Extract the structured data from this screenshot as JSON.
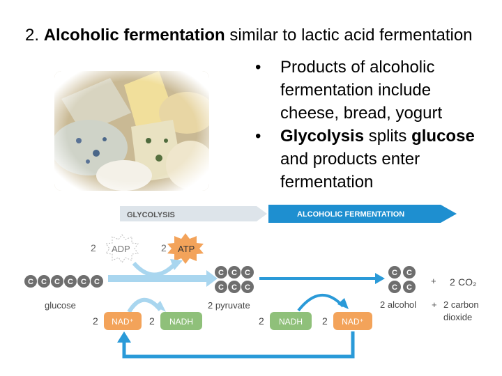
{
  "title": {
    "prefix": "2. ",
    "bold": "Alcoholic fermentation",
    "rest": " similar to lactic acid fermentation"
  },
  "bullets": [
    {
      "dot": "•",
      "parts": [
        {
          "text": "Products of alcoholic fermentation include cheese, bread, yogurt",
          "bold": false
        }
      ]
    },
    {
      "dot": "•",
      "parts": [
        {
          "text": "Glycolysis",
          "bold": true
        },
        {
          "text": " splits ",
          "bold": false
        },
        {
          "text": "glucose",
          "bold": true
        },
        {
          "text": " and products enter fermentation",
          "bold": false
        }
      ]
    }
  ],
  "diagram": {
    "glycolysis_label": "GLYCOLYSIS",
    "fermentation_label": "ALCOHOLIC FERMENTATION",
    "adp": {
      "count": "2",
      "label": "ADP"
    },
    "atp": {
      "count": "2",
      "label": "ATP"
    },
    "carbon_letter": "C",
    "glucose_label": "glucose",
    "pyruvate_label": "2 pyruvate",
    "nad_left": {
      "count": "2",
      "label": "NAD⁺"
    },
    "nadh_left": {
      "count": "2",
      "label": "NADH"
    },
    "nadh_right": {
      "count": "2",
      "label": "NADH"
    },
    "nad_right": {
      "count": "2",
      "label": "NAD⁺"
    },
    "plus": "+",
    "co2": {
      "count": "2",
      "label": "CO₂"
    },
    "alcohol_label": "2 alcohol",
    "carbon_dioxide_line1": "2 carbon",
    "carbon_dioxide_line2": "dioxide",
    "colors": {
      "glycolysis_bar": "#dde4ea",
      "fermentation_bar": "#1e8fd0",
      "carbon": "#6e6e6e",
      "nad": "#f3a35a",
      "nadh": "#8fc07a",
      "atp": "#f3a35a",
      "loop_arrow": "#2a9ad8",
      "light_arrow": "#a9d6ef"
    }
  }
}
